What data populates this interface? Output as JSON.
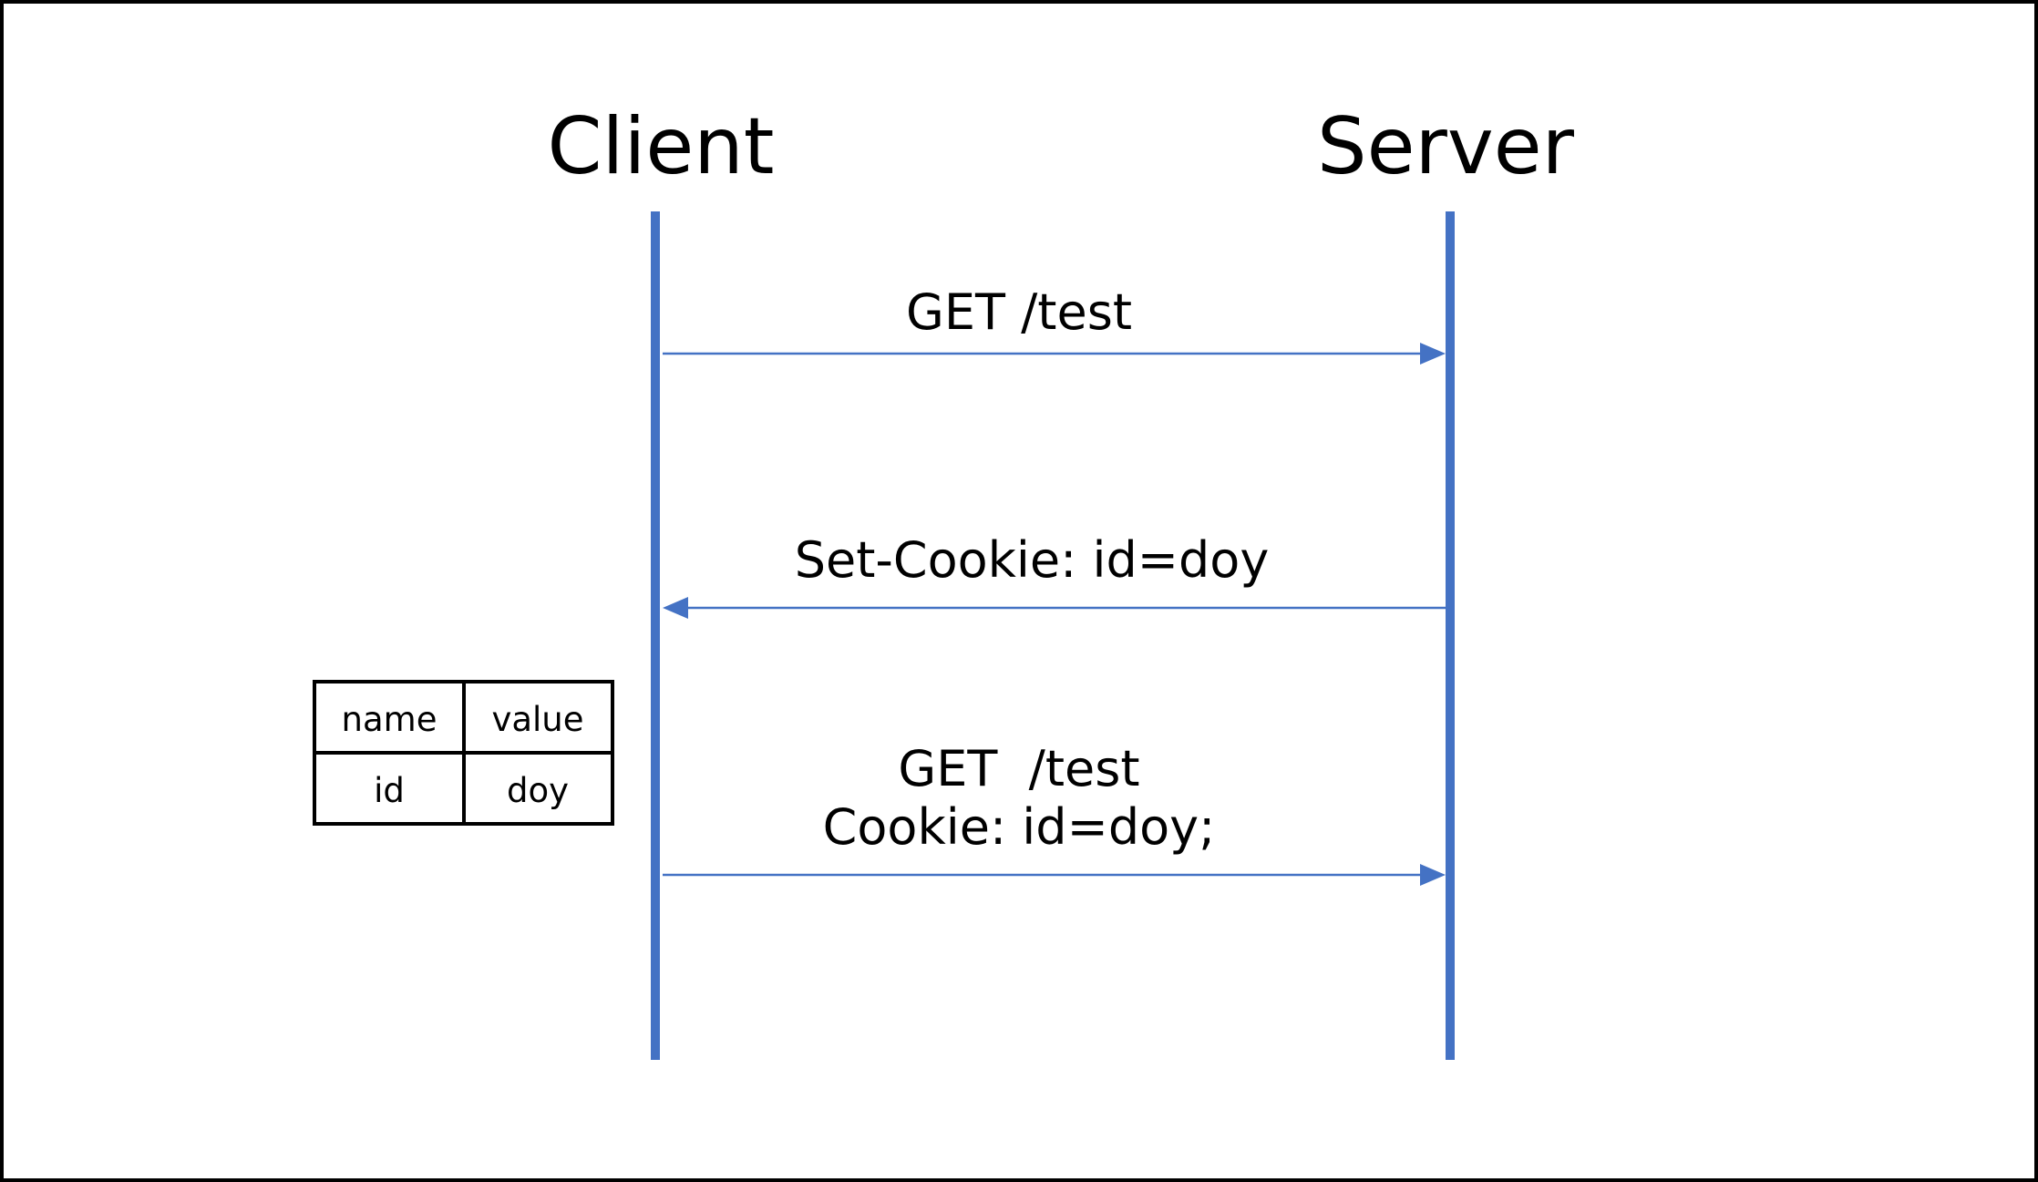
{
  "participants": {
    "client": "Client",
    "server": "Server"
  },
  "messages": [
    {
      "lines": [
        "GET /test"
      ],
      "direction": "client-to-server"
    },
    {
      "lines": [
        "Set-Cookie: id=doy"
      ],
      "direction": "server-to-client"
    },
    {
      "lines": [
        "GET  /test",
        "Cookie: id=doy;"
      ],
      "direction": "client-to-server"
    }
  ],
  "cookie_table": {
    "headers": [
      "name",
      "value"
    ],
    "rows": [
      [
        "id",
        "doy"
      ]
    ]
  },
  "colors": {
    "lifeline": "#4472C4",
    "arrow": "#4472C4",
    "text": "#000000",
    "border": "#000000"
  }
}
